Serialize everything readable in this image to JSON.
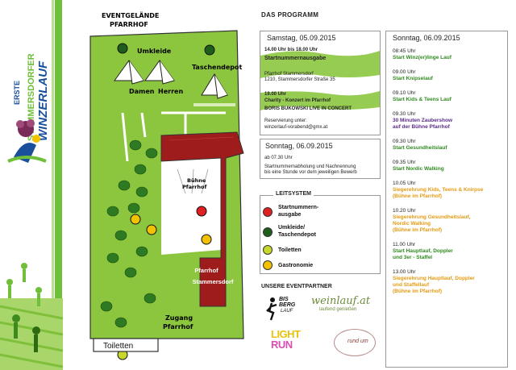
{
  "sidebar": {
    "brand": "ERSTE",
    "event_line1": "STAMMERSDORFER",
    "event_line2": "WINZERLAUF"
  },
  "map": {
    "title_line1": "EVENTGELÄNDE",
    "title_line2": "PFARRHOF",
    "umkleide": "Umkleide",
    "taschendepot": "Taschendepot",
    "damen": "Damen",
    "herren": "Herren",
    "buehne": "Bühne\nPfarrhof",
    "pfarrhof_line1": "Pfarrhof",
    "pfarrhof_line2": "Stammersdorf",
    "zugang_line1": "Zugang",
    "zugang_line2": "Pfarrhof",
    "toiletten": "Toiletten"
  },
  "program": {
    "heading": "DAS PROGRAMM",
    "sat_box": {
      "date": "Samstag, 05.09.2015",
      "time1": "14.00 Uhr bis 18.00 Uhr",
      "title1": "Startnummernausgabe",
      "addr1": "Pfarrhof Stammersdorf",
      "addr2": "1210, Stammersdorfer Straße 35",
      "time2": "19.00 Uhr",
      "title2": "Charity - Konzert im Pfarrhof",
      "title3": "BORIS BUKOWSKI LIVE IN CONCERT",
      "res1": "Reservierung unter:",
      "res2": "winzerlauf-vorabend@gmx.at"
    },
    "sun_box": {
      "date": "Sonntag, 06.09.2015",
      "time": "ab 07.30 Uhr",
      "desc1": "Startnummernabholung und Nachnennung",
      "desc2": "bis eine Stunde vor dem jeweiligen Bewerb"
    }
  },
  "legend": {
    "heading": "LEITSYSTEM",
    "items": [
      {
        "label_line1": "Startnummern-",
        "label_line2": "ausgabe",
        "color": "#e02020"
      },
      {
        "label_line1": "Umkleide/",
        "label_line2": "Taschendepot",
        "color": "#1f5e1a"
      },
      {
        "label_line1": "Toiletten",
        "label_line2": "",
        "color": "#c8d82a"
      },
      {
        "label_line1": "Gastronomie",
        "label_line2": "",
        "color": "#f2c200"
      }
    ]
  },
  "partners": {
    "heading": "UNSERE EVENTPARTNER",
    "p1_line1": "BIS",
    "p1_line2": "BERG",
    "p1_line3": "LAUF",
    "p2_line1": "weinlauf.at",
    "p2_line2": "laufend genießen",
    "p3_line1": "LIGHT",
    "p3_line2": "RUN",
    "p4": "rund um"
  },
  "schedule": {
    "date": "Sonntag, 06.09.2015",
    "items": [
      {
        "time": "08:45 Uhr",
        "lines": [
          "Start Winz(er)linge Lauf"
        ],
        "style": "green"
      },
      {
        "time": "09.00 Uhr",
        "lines": [
          "Start Knipselauf"
        ],
        "style": "green"
      },
      {
        "time": "09.10 Uhr",
        "lines": [
          "Start Kids & Teens Lauf"
        ],
        "style": "green"
      },
      {
        "time": "09.30 Uhr",
        "lines": [
          "30 Minuten Zaubershow",
          "auf der Bühne Pfarrhof"
        ],
        "style": "purple"
      },
      {
        "time": "09.30 Uhr",
        "lines": [
          "Start Gesundheitslauf"
        ],
        "style": "green"
      },
      {
        "time": "09.35 Uhr",
        "lines": [
          "Start Nordic Walking"
        ],
        "style": "green"
      },
      {
        "time": "10.05 Uhr",
        "lines": [
          "Siegerehrung Kids, Teens & Knirpse",
          "(Bühne im Pfarrhof)"
        ],
        "style": "orange"
      },
      {
        "time": "10.20 Uhr",
        "lines": [
          "Siegerehrung Gesundheitslauf,",
          "Nordic Walking",
          "(Bühne im Pfarrhof)"
        ],
        "style": "orange"
      },
      {
        "time": "11.00 Uhr",
        "lines": [
          "Start Hauptlauf, Doppler",
          "und 3er - Staffel"
        ],
        "style": "green"
      },
      {
        "time": "13.00 Uhr",
        "lines": [
          "Siegerehrung Hauptlauf, Doppler",
          "und Staffellauf",
          "(Bühne im Pfarrhof)"
        ],
        "style": "orange"
      }
    ]
  }
}
